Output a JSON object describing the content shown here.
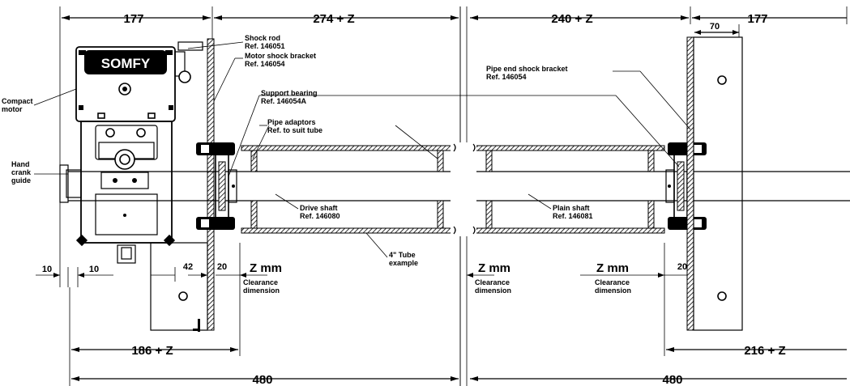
{
  "dimensions": {
    "top_left_177": "177",
    "top_274z": "274 + Z",
    "top_240z": "240 + Z",
    "top_right_177": "177",
    "bracket_70": "70",
    "left_10": "10",
    "left_10b": "10",
    "left_42": "42",
    "left_20": "20",
    "right_20": "20",
    "bottom_186z": "186 + Z",
    "bottom_216z": "216 + Z",
    "bottom_left_total": "480",
    "bottom_right_total": "480"
  },
  "labels": {
    "logo": "SOMFY",
    "compact_motor_1": "Compact",
    "compact_motor_2": "motor",
    "hand_crank_1": "Hand",
    "hand_crank_2": "crank",
    "hand_crank_3": "guide",
    "shock_rod_1": "Shock rod",
    "shock_rod_2": "Ref. 146051",
    "motor_bracket_1": "Motor shock bracket",
    "motor_bracket_2": "Ref. 146054",
    "support_bearing_1": "Support bearing",
    "support_bearing_2": "Ref. 146054A",
    "pipe_bracket_1": "Pipe end shock bracket",
    "pipe_bracket_2": "Ref. 146054",
    "pipe_adaptors_1": "Pipe adaptors",
    "pipe_adaptors_2": "Ref. to suit tube",
    "drive_shaft_1": "Drive shaft",
    "drive_shaft_2": "Ref. 146080",
    "plain_shaft_1": "Plain shaft",
    "plain_shaft_2": "Ref. 146081",
    "tube_1": "4\" Tube",
    "tube_2": "example",
    "zmm_left": "Z mm",
    "zmm_mid": "Z mm",
    "zmm_right": "Z mm",
    "clearance_1": "Clearance",
    "clearance_2": "dimension"
  }
}
